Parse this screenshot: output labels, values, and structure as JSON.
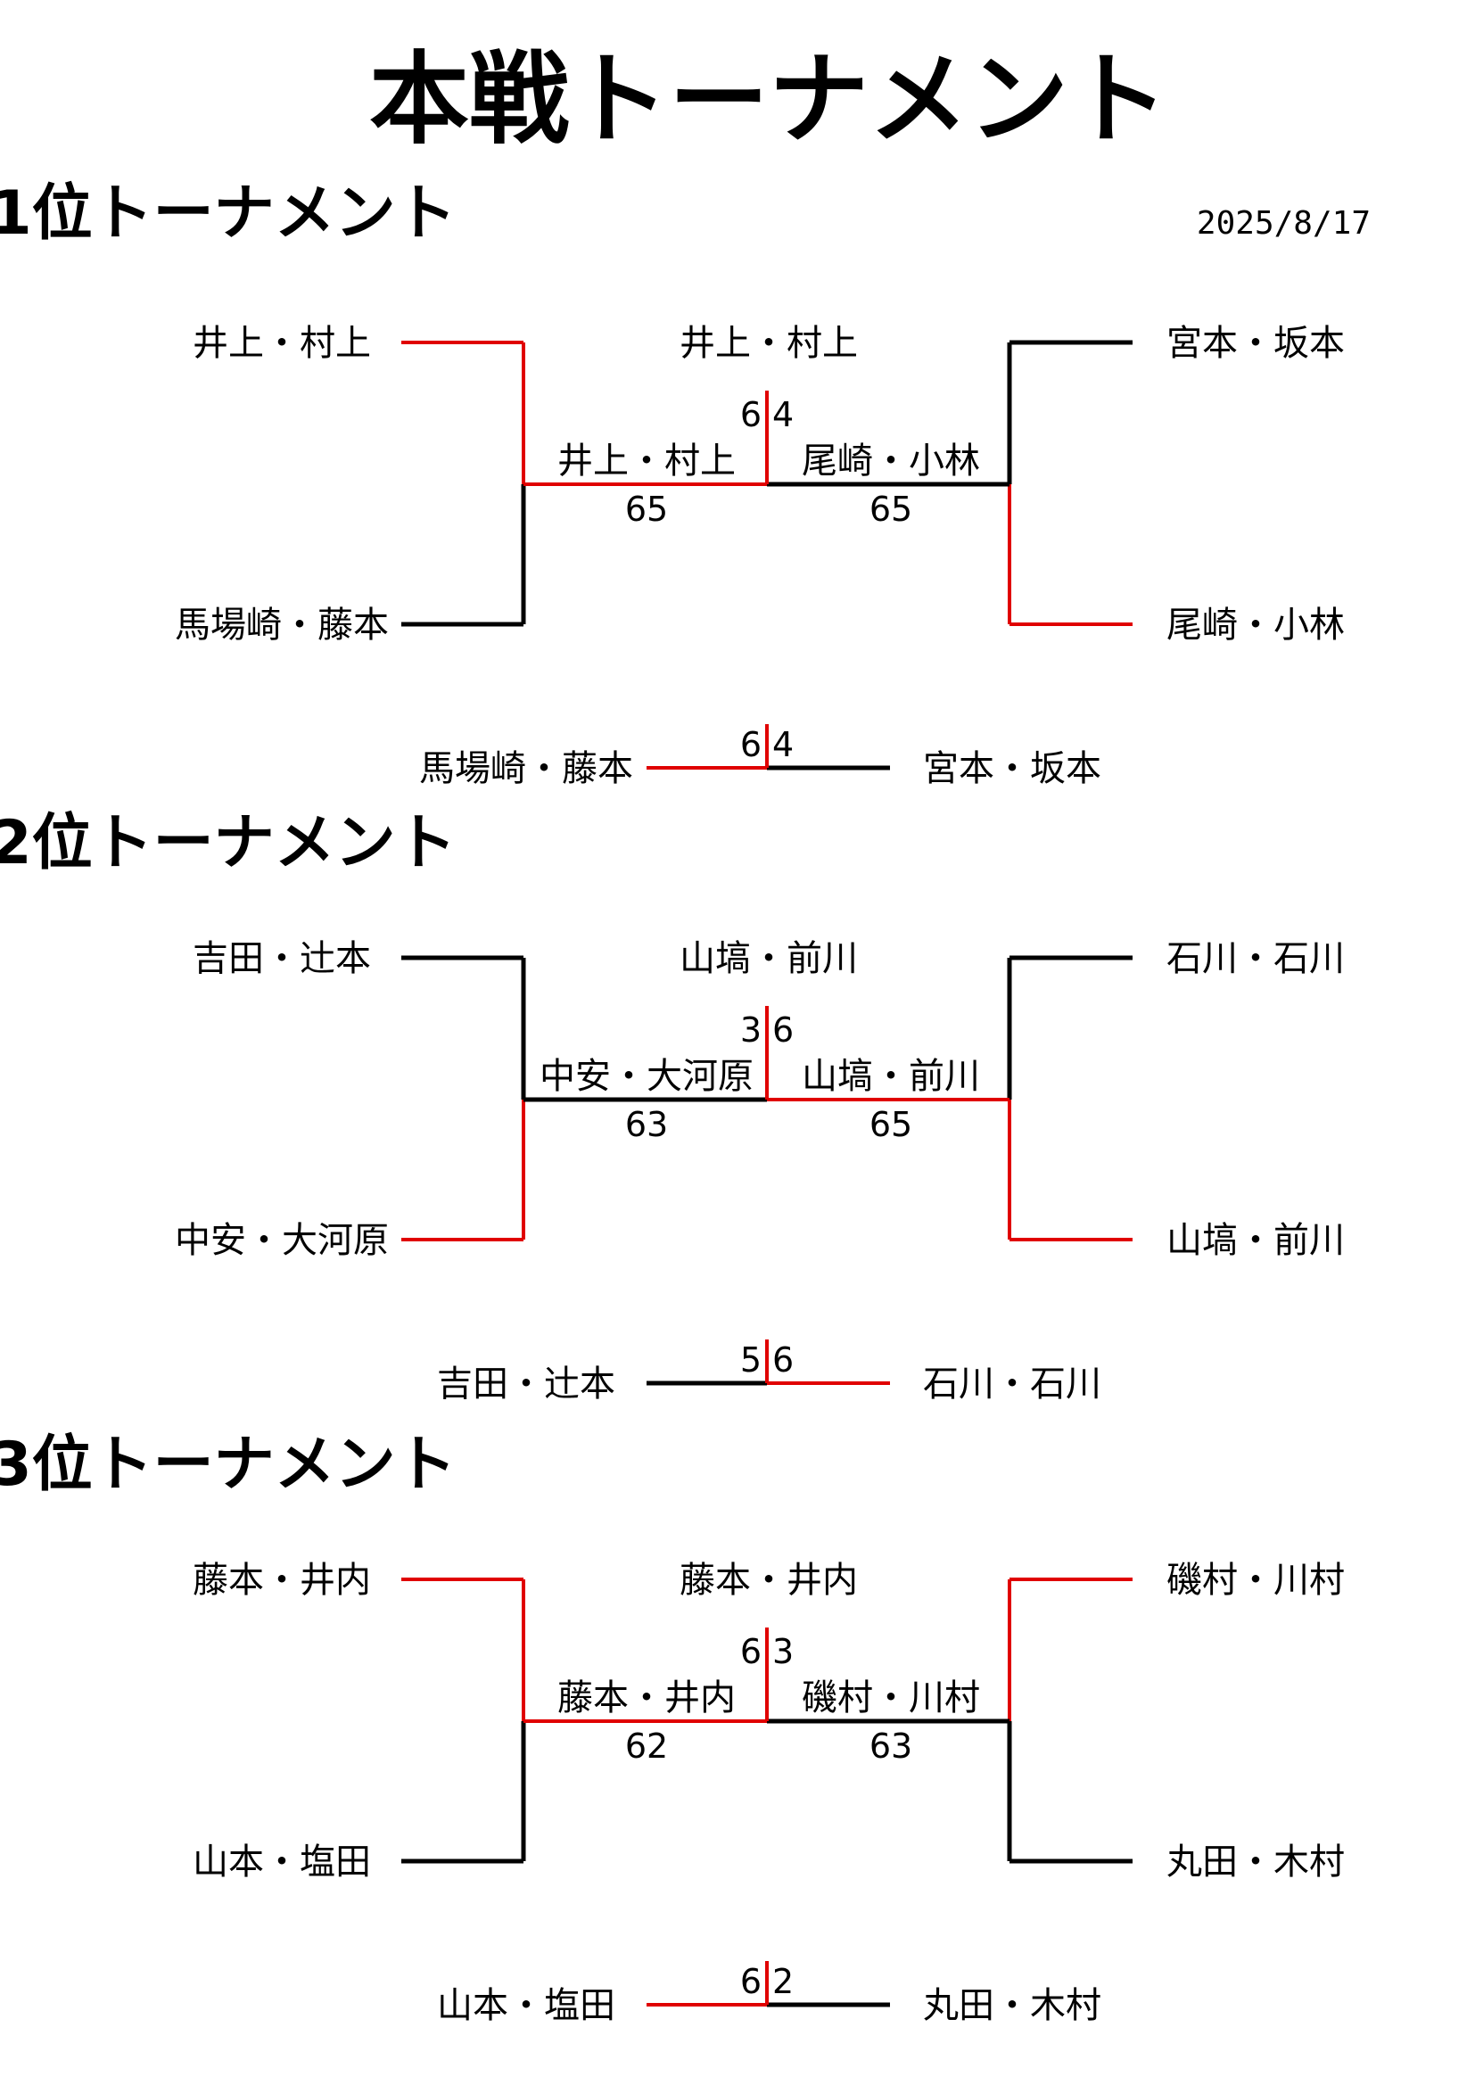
{
  "title": "本戦トーナメント",
  "date": "2025/8/17",
  "colors": {
    "win": "#e00000",
    "line": "#000000"
  },
  "sections": [
    {
      "heading": "1位トーナメント",
      "left": {
        "top": "井上・村上",
        "bottom": "馬場崎・藤本",
        "winner": "top",
        "winner_name": "井上・村上",
        "score": "65"
      },
      "right": {
        "top": "宮本・坂本",
        "bottom": "尾崎・小林",
        "winner": "bottom",
        "winner_name": "尾崎・小林",
        "score": "65"
      },
      "final": {
        "winner_side": "left",
        "champion": "井上・村上",
        "left_score": "6",
        "right_score": "4"
      },
      "consolation": {
        "left": "馬場崎・藤本",
        "right": "宮本・坂本",
        "left_score": "6",
        "right_score": "4",
        "winner_side": "left"
      }
    },
    {
      "heading": "2位トーナメント",
      "left": {
        "top": "吉田・辻本",
        "bottom": "中安・大河原",
        "winner": "bottom",
        "winner_name": "中安・大河原",
        "score": "63"
      },
      "right": {
        "top": "石川・石川",
        "bottom": "山塙・前川",
        "winner": "bottom",
        "winner_name": "山塙・前川",
        "score": "65"
      },
      "final": {
        "winner_side": "right",
        "champion": "山塙・前川",
        "left_score": "3",
        "right_score": "6"
      },
      "consolation": {
        "left": "吉田・辻本",
        "right": "石川・石川",
        "left_score": "5",
        "right_score": "6",
        "winner_side": "right"
      }
    },
    {
      "heading": "3位トーナメント",
      "left": {
        "top": "藤本・井内",
        "bottom": "山本・塩田",
        "winner": "top",
        "winner_name": "藤本・井内",
        "score": "62"
      },
      "right": {
        "top": "磯村・川村",
        "bottom": "丸田・木村",
        "winner": "top",
        "winner_name": "磯村・川村",
        "score": "63"
      },
      "final": {
        "winner_side": "left",
        "champion": "藤本・井内",
        "left_score": "6",
        "right_score": "3"
      },
      "consolation": {
        "left": "山本・塩田",
        "right": "丸田・木村",
        "left_score": "6",
        "right_score": "2",
        "winner_side": "left"
      }
    }
  ]
}
